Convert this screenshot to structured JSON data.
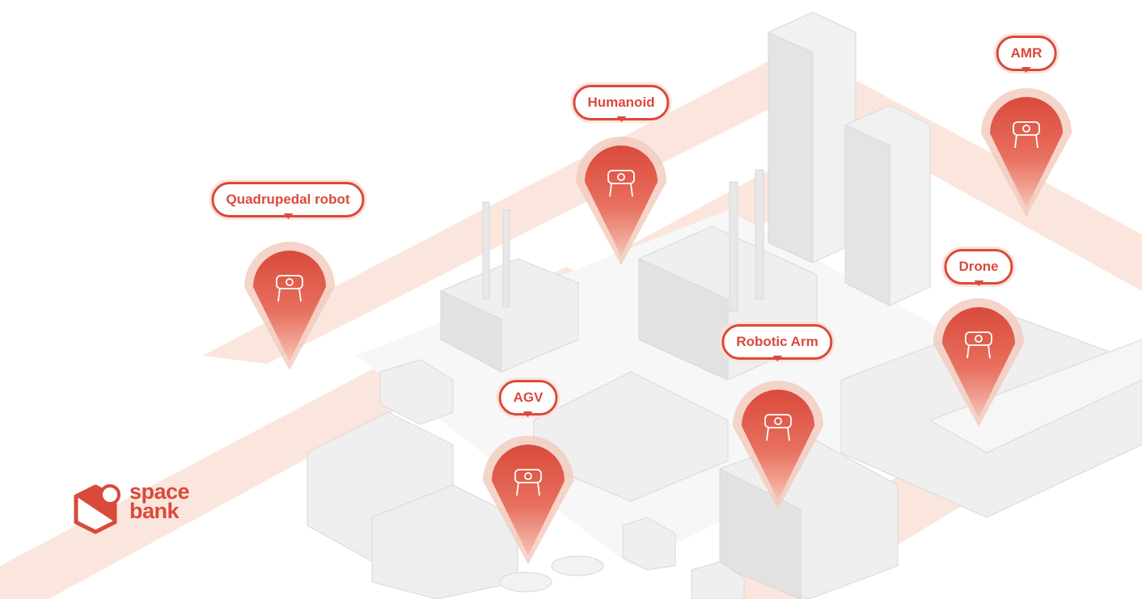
{
  "colors": {
    "accent": "#d94a3b",
    "road": "#fbe6dd",
    "building": "#ececec"
  },
  "pins": [
    {
      "label": "Quadrupedal robot",
      "icon": "quadruped-robot-icon"
    },
    {
      "label": "Humanoid",
      "icon": "humanoid-robot-icon"
    },
    {
      "label": "AMR",
      "icon": "amr-icon"
    },
    {
      "label": "Drone",
      "icon": "drone-icon"
    },
    {
      "label": "Robotic Arm",
      "icon": "robotic-arm-icon"
    },
    {
      "label": "AGV",
      "icon": "agv-icon"
    }
  ],
  "logo": {
    "line1": "space",
    "line2": "bank"
  }
}
